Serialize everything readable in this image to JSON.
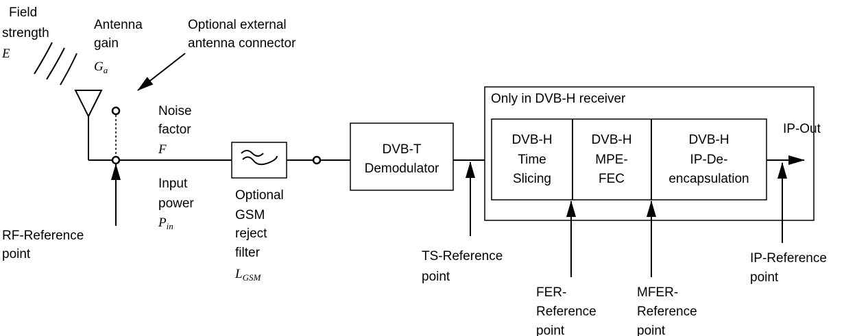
{
  "field_strength": {
    "line1": "Field",
    "line2": "strength",
    "symbol": "E"
  },
  "antenna_gain": {
    "line1": "Antenna",
    "line2": "gain",
    "symbol": "G",
    "subscript": "a"
  },
  "external_connector": {
    "line1": "Optional external",
    "line2": "antenna connector"
  },
  "noise_factor": {
    "line1": "Noise",
    "line2": "factor",
    "symbol": "F"
  },
  "input_power": {
    "line1": "Input",
    "line2": "power",
    "symbol": "P",
    "subscript": "in"
  },
  "gsm_filter": {
    "line1": "Optional",
    "line2": "GSM",
    "line3": "reject",
    "line4": "filter",
    "symbol": "L",
    "subscript": "GSM"
  },
  "demodulator": {
    "line1": "DVB-T",
    "line2": "Demodulator"
  },
  "dvbh_receiver": {
    "title": "Only in DVB-H receiver"
  },
  "time_slicing": {
    "line1": "DVB-H",
    "line2": "Time",
    "line3": "Slicing"
  },
  "mpe_fec": {
    "line1": "DVB-H",
    "line2": "MPE-",
    "line3": "FEC"
  },
  "decapsulation": {
    "line1": "DVB-H",
    "line2": "IP-De-",
    "line3": "encapsulation"
  },
  "ip_out": "IP-Out",
  "rf_reference": {
    "line1": "RF-Reference",
    "line2": "point"
  },
  "ts_reference": {
    "line1": "TS-Reference",
    "line2": "point"
  },
  "fer_reference": {
    "line1": "FER-",
    "line2": "Reference",
    "line3": "point"
  },
  "mfer_reference": {
    "line1": "MFER-",
    "line2": "Reference",
    "line3": "point"
  },
  "ip_reference": {
    "line1": "IP-Reference",
    "line2": "point"
  }
}
